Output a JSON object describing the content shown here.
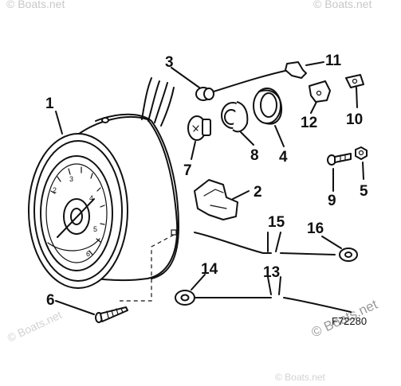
{
  "figure_number": "F72280",
  "watermark": "© Boats.net",
  "dial_numbers": [
    "2",
    "3",
    "4",
    "5",
    "6"
  ],
  "callouts": [
    {
      "id": "1",
      "label": "1"
    },
    {
      "id": "2",
      "label": "2"
    },
    {
      "id": "3",
      "label": "3"
    },
    {
      "id": "4",
      "label": "4"
    },
    {
      "id": "5",
      "label": "5"
    },
    {
      "id": "6",
      "label": "6"
    },
    {
      "id": "7",
      "label": "7"
    },
    {
      "id": "8",
      "label": "8"
    },
    {
      "id": "9",
      "label": "9"
    },
    {
      "id": "10",
      "label": "10"
    },
    {
      "id": "11",
      "label": "11"
    },
    {
      "id": "12",
      "label": "12"
    },
    {
      "id": "13",
      "label": "13"
    },
    {
      "id": "14",
      "label": "14"
    },
    {
      "id": "15",
      "label": "15"
    },
    {
      "id": "16",
      "label": "16"
    }
  ],
  "colors": {
    "ink": "#111111",
    "background": "#ffffff",
    "watermark": "#9a9a9a"
  }
}
